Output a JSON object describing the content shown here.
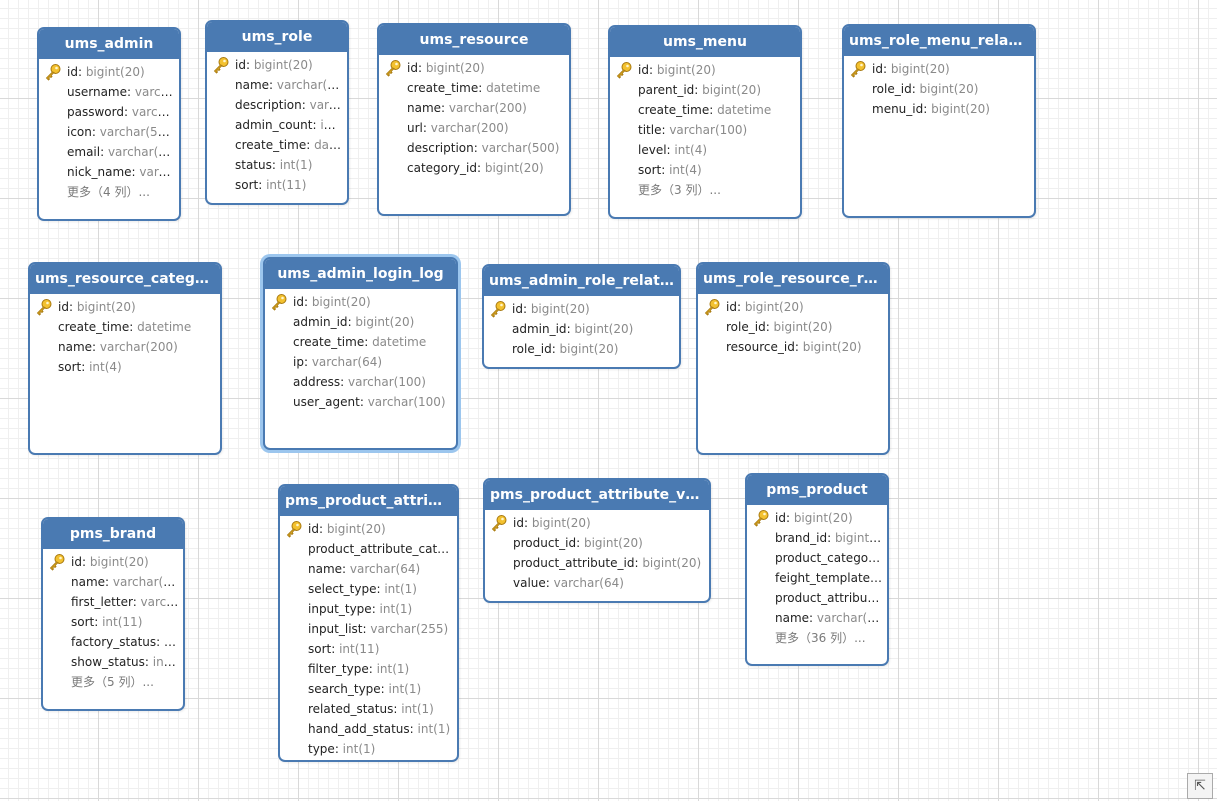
{
  "tables": [
    {
      "id": "ums_admin",
      "name": "ums_admin",
      "fields": [
        {
          "name": "id",
          "type": "bigint(20)",
          "pk": true
        },
        {
          "name": "username",
          "type": "varch..."
        },
        {
          "name": "password",
          "type": "varcha..."
        },
        {
          "name": "icon",
          "type": "varchar(500)"
        },
        {
          "name": "email",
          "type": "varchar(10..."
        },
        {
          "name": "nick_name",
          "type": "varch..."
        }
      ],
      "more": "更多（4 列）..."
    },
    {
      "id": "ums_role",
      "name": "ums_role",
      "fields": [
        {
          "name": "id",
          "type": "bigint(20)",
          "pk": true
        },
        {
          "name": "name",
          "type": "varchar(10..."
        },
        {
          "name": "description",
          "type": "varch..."
        },
        {
          "name": "admin_count",
          "type": "int(..."
        },
        {
          "name": "create_time",
          "type": "datet..."
        },
        {
          "name": "status",
          "type": "int(1)"
        },
        {
          "name": "sort",
          "type": "int(11)"
        }
      ]
    },
    {
      "id": "ums_resource",
      "name": "ums_resource",
      "fields": [
        {
          "name": "id",
          "type": "bigint(20)",
          "pk": true
        },
        {
          "name": "create_time",
          "type": "datetime"
        },
        {
          "name": "name",
          "type": "varchar(200)"
        },
        {
          "name": "url",
          "type": "varchar(200)"
        },
        {
          "name": "description",
          "type": "varchar(500)"
        },
        {
          "name": "category_id",
          "type": "bigint(20)"
        }
      ]
    },
    {
      "id": "ums_menu",
      "name": "ums_menu",
      "fields": [
        {
          "name": "id",
          "type": "bigint(20)",
          "pk": true
        },
        {
          "name": "parent_id",
          "type": "bigint(20)"
        },
        {
          "name": "create_time",
          "type": "datetime"
        },
        {
          "name": "title",
          "type": "varchar(100)"
        },
        {
          "name": "level",
          "type": "int(4)"
        },
        {
          "name": "sort",
          "type": "int(4)"
        }
      ],
      "more": "更多（3 列）..."
    },
    {
      "id": "ums_role_menu_relation",
      "name": "ums_role_menu_relation",
      "fields": [
        {
          "name": "id",
          "type": "bigint(20)",
          "pk": true
        },
        {
          "name": "role_id",
          "type": "bigint(20)"
        },
        {
          "name": "menu_id",
          "type": "bigint(20)"
        }
      ]
    },
    {
      "id": "ums_resource_category",
      "name": "ums_resource_category",
      "fields": [
        {
          "name": "id",
          "type": "bigint(20)",
          "pk": true
        },
        {
          "name": "create_time",
          "type": "datetime"
        },
        {
          "name": "name",
          "type": "varchar(200)"
        },
        {
          "name": "sort",
          "type": "int(4)"
        }
      ]
    },
    {
      "id": "ums_admin_login_log",
      "name": "ums_admin_login_log",
      "selected": true,
      "fields": [
        {
          "name": "id",
          "type": "bigint(20)",
          "pk": true
        },
        {
          "name": "admin_id",
          "type": "bigint(20)"
        },
        {
          "name": "create_time",
          "type": "datetime"
        },
        {
          "name": "ip",
          "type": "varchar(64)"
        },
        {
          "name": "address",
          "type": "varchar(100)"
        },
        {
          "name": "user_agent",
          "type": "varchar(100)"
        }
      ]
    },
    {
      "id": "ums_admin_role_relation",
      "name": "ums_admin_role_relation",
      "fields": [
        {
          "name": "id",
          "type": "bigint(20)",
          "pk": true
        },
        {
          "name": "admin_id",
          "type": "bigint(20)"
        },
        {
          "name": "role_id",
          "type": "bigint(20)"
        }
      ]
    },
    {
      "id": "ums_role_resource_relation",
      "name": "ums_role_resource_rel...",
      "fields": [
        {
          "name": "id",
          "type": "bigint(20)",
          "pk": true
        },
        {
          "name": "role_id",
          "type": "bigint(20)"
        },
        {
          "name": "resource_id",
          "type": "bigint(20)"
        }
      ]
    },
    {
      "id": "pms_brand",
      "name": "pms_brand",
      "fields": [
        {
          "name": "id",
          "type": "bigint(20)",
          "pk": true
        },
        {
          "name": "name",
          "type": "varchar(64)"
        },
        {
          "name": "first_letter",
          "type": "varcha..."
        },
        {
          "name": "sort",
          "type": "int(11)"
        },
        {
          "name": "factory_status",
          "type": "int(..."
        },
        {
          "name": "show_status",
          "type": "int(1)"
        }
      ],
      "more": "更多（5 列）..."
    },
    {
      "id": "pms_product_attribute",
      "name": "pms_product_attribute",
      "fields": [
        {
          "name": "id",
          "type": "bigint(20)",
          "pk": true
        },
        {
          "name": "product_attribute_catego...",
          "type": ""
        },
        {
          "name": "name",
          "type": "varchar(64)"
        },
        {
          "name": "select_type",
          "type": "int(1)"
        },
        {
          "name": "input_type",
          "type": "int(1)"
        },
        {
          "name": "input_list",
          "type": "varchar(255)"
        },
        {
          "name": "sort",
          "type": "int(11)"
        },
        {
          "name": "filter_type",
          "type": "int(1)"
        },
        {
          "name": "search_type",
          "type": "int(1)"
        },
        {
          "name": "related_status",
          "type": "int(1)"
        },
        {
          "name": "hand_add_status",
          "type": "int(1)"
        },
        {
          "name": "type",
          "type": "int(1)"
        }
      ]
    },
    {
      "id": "pms_product_attribute_value",
      "name": "pms_product_attribute_value",
      "fields": [
        {
          "name": "id",
          "type": "bigint(20)",
          "pk": true
        },
        {
          "name": "product_id",
          "type": "bigint(20)"
        },
        {
          "name": "product_attribute_id",
          "type": "bigint(20)"
        },
        {
          "name": "value",
          "type": "varchar(64)"
        }
      ]
    },
    {
      "id": "pms_product",
      "name": "pms_product",
      "fields": [
        {
          "name": "id",
          "type": "bigint(20)",
          "pk": true
        },
        {
          "name": "brand_id",
          "type": "bigint(20)"
        },
        {
          "name": "product_category...",
          "type": ""
        },
        {
          "name": "feight_template_id...",
          "type": ""
        },
        {
          "name": "product_attribute_...",
          "type": ""
        },
        {
          "name": "name",
          "type": "varchar(20..."
        }
      ],
      "more": "更多（36 列）..."
    }
  ],
  "corner_button_icon": "expand-arrow-icon",
  "colors": {
    "header": "#4a7ab2",
    "type_text": "#8a8a8a",
    "grid": "#d9d9d9"
  }
}
